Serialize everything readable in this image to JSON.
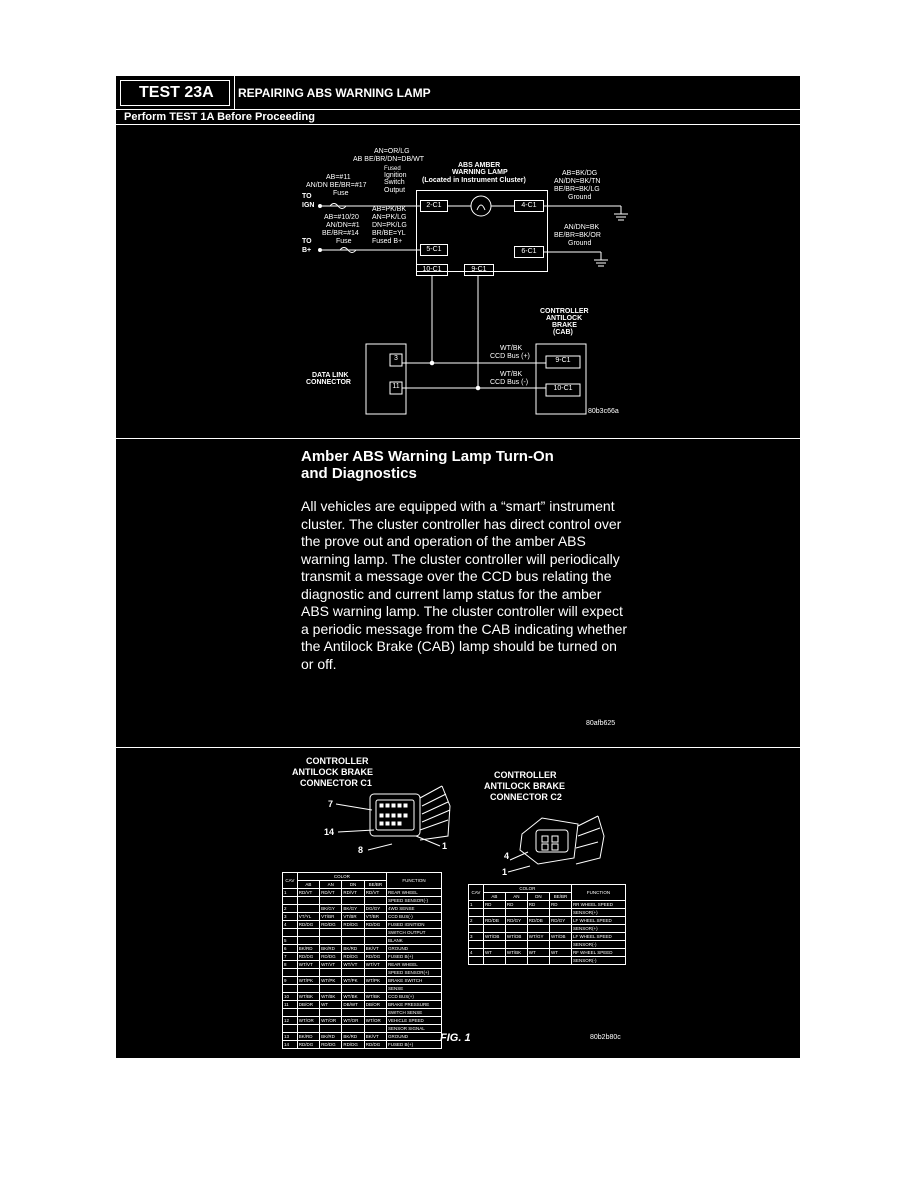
{
  "header": {
    "test_id": "TEST 23A",
    "title": "REPAIRING ABS WARNING LAMP",
    "subtitle": "Perform TEST 1A Before Proceeding"
  },
  "diagram": {
    "wire_top1": "AN=OR/LG",
    "wire_top2": "AB BE/BR/DN=DB/WT",
    "fused": "Fused",
    "ignition": "Ignition",
    "switch": "Switch",
    "output": "Output",
    "lamp_title1": "ABS AMBER",
    "lamp_title2": "WARNING LAMP",
    "lamp_title3": "(Located in Instrument Cluster)",
    "left_wire1": "AB=#11",
    "left_wire2": "AN/DN BE/BR=#17",
    "left_fuse": "Fuse",
    "to_ign_1": "TO",
    "to_ign_2": "IGN",
    "mid_wire1": "AB=#10/20",
    "mid_wire2": "AN/DN=#1",
    "mid_wire3": "BE/BR=#14",
    "mid_fuse": "Fuse",
    "to_b_1": "TO",
    "to_b_2": "B+",
    "center_wire1": "AB=PK/BK",
    "center_wire2": "AN=PK/LG",
    "center_wire3": "DN=PK/LG",
    "center_wire4": "BR/BE=YL",
    "center_wire5": "Fused B+",
    "right_wire1": "AB=BK/DG",
    "right_wire2": "AN/DN=BK/TN",
    "right_wire3": "BE/BR=BK/LG",
    "right_ground1": "Ground",
    "right_wire4": "AN/DN=BK",
    "right_wire5": "BE/BR=BK/OR",
    "right_ground2": "Ground",
    "pin_2c1": "2-C1",
    "pin_4c1": "4-C1",
    "pin_5c1": "5-C1",
    "pin_6c1": "6-C1",
    "pin_10c1": "10-C1",
    "pin_9c1": "9-C1",
    "controller1": "CONTROLLER",
    "controller2": "ANTILOCK",
    "controller3": "BRAKE",
    "controller4": "(CAB)",
    "bus1_wire": "WT/BK",
    "bus1_name": "CCD Bus (+)",
    "bus2_wire": "WT/BK",
    "bus2_name": "CCD Bus (-)",
    "ctrl_pin1": "9-C1",
    "ctrl_pin2": "10-C1",
    "dlc1": "DATA LINK",
    "dlc2": "CONNECTOR",
    "dlc_pin1": "3",
    "dlc_pin2": "11",
    "ref": "80b3c66a"
  },
  "text_section": {
    "heading_line1": "Amber ABS Warning Lamp Turn-On",
    "heading_line2": "and Diagnostics",
    "body": "All vehicles are equipped with a “smart” instrument cluster. The cluster controller has direct control over the prove out and operation of the amber ABS warning lamp. The cluster controller will periodically transmit a message over the CCD bus relating the diagnostic and current lamp status for the amber ABS warning lamp. The cluster controller will expect a periodic message from the CAB indicating whether the Antilock Brake (CAB) lamp should be turned on or off.",
    "ref": "80afb625"
  },
  "connectors": {
    "c1_title1": "CONTROLLER",
    "c1_title2": "ANTILOCK BRAKE",
    "c1_title3": "CONNECTOR C1",
    "c1_label7": "7",
    "c1_label14": "14",
    "c1_label8": "8",
    "c1_label1": "1",
    "c2_title1": "CONTROLLER",
    "c2_title2": "ANTILOCK BRAKE",
    "c2_title3": "CONNECTOR C2",
    "c2_label4": "4",
    "c2_label1": "1",
    "fig": "FIG. 1",
    "ref": "80b2b80c"
  },
  "table_c1": {
    "cav": "CAV",
    "color": "COLOR",
    "cols": [
      "AB",
      "AN",
      "DN",
      "BE/BR"
    ],
    "function": "FUNCTION",
    "rows": [
      [
        "1",
        "RD/VT",
        "RD/VT",
        "RD/VT",
        "RD/VT",
        "REAR WHEEL"
      ],
      [
        "",
        "",
        "",
        "",
        "",
        "SPEED SENSOR(-)"
      ],
      [
        "2",
        "",
        "BK/GY",
        "BK/GY",
        "DG/GY",
        "4WD SENSE"
      ],
      [
        "3",
        "VT/YL",
        "VT/BR",
        "VT/BR",
        "VT/BR",
        "CCD BUS(-)"
      ],
      [
        "4",
        "RD/DG",
        "RD/DG",
        "RD/DG",
        "RD/DG",
        "FUSED IGNITION"
      ],
      [
        "",
        "",
        "",
        "",
        "",
        "SWITCH OUTPUT"
      ],
      [
        "5",
        "",
        "",
        "",
        "",
        "BLANK"
      ],
      [
        "6",
        "BK/RD",
        "BK/RD",
        "BK/RD",
        "BK/VT",
        "GROUND"
      ],
      [
        "7",
        "RD/DG",
        "RD/DG",
        "RD/DG",
        "RD/DG",
        "FUSED B(+)"
      ],
      [
        "8",
        "WT/VT",
        "WT/VT",
        "WT/VT",
        "WT/VT",
        "REAR WHEEL"
      ],
      [
        "",
        "",
        "",
        "",
        "",
        "SPEED SENSOR(+)"
      ],
      [
        "9",
        "WT/PK",
        "WT/PK",
        "WT/PK",
        "WT/PK",
        "BRAKE SWITCH"
      ],
      [
        "",
        "",
        "",
        "",
        "",
        "SENSE"
      ],
      [
        "10",
        "WT/BK",
        "WT/BK",
        "WT/BK",
        "WT/BK",
        "CCD BUS(+)"
      ],
      [
        "11",
        "DB/OR",
        "WT",
        "DB/WT",
        "DB/OR",
        "BRAKE PRESSURE"
      ],
      [
        "",
        "",
        "",
        "",
        "",
        "SWITCH SENSE"
      ],
      [
        "12",
        "WT/OR",
        "WT/OR",
        "WT/OR",
        "WT/OR",
        "VEHICLE SPEED"
      ],
      [
        "",
        "",
        "",
        "",
        "",
        "SENSOR SIGNAL"
      ],
      [
        "13",
        "BK/RD",
        "BK/RD",
        "BK/RD",
        "BK/VT",
        "GROUND"
      ],
      [
        "14",
        "RD/DG",
        "RD/DG",
        "RD/DG",
        "RD/DG",
        "FUSED B(+)"
      ]
    ]
  },
  "table_c2": {
    "cav": "CAV",
    "color": "COLOR",
    "cols": [
      "AB",
      "AN",
      "DN",
      "BE/BR"
    ],
    "function": "FUNCTION",
    "rows": [
      [
        "1",
        "RD",
        "RD",
        "RD",
        "RD",
        "RR WHEEL SPEED"
      ],
      [
        "",
        "",
        "",
        "",
        "",
        "SENSOR(+)"
      ],
      [
        "2",
        "RD/DB",
        "RD/GY",
        "RD/DB",
        "RD/GY",
        "LF WHEEL SPEED"
      ],
      [
        "",
        "",
        "",
        "",
        "",
        "SENSOR(+)"
      ],
      [
        "3",
        "WT/DB",
        "WT/DB",
        "WT/GY",
        "WT/DB",
        "LF WHEEL SPEED"
      ],
      [
        "",
        "",
        "",
        "",
        "",
        "SENSOR(-)"
      ],
      [
        "4",
        "WT",
        "WT/BK",
        "WT",
        "WT",
        "RF WHEEL SPEED"
      ],
      [
        "",
        "",
        "",
        "",
        "",
        "SENSOR(-)"
      ]
    ]
  }
}
